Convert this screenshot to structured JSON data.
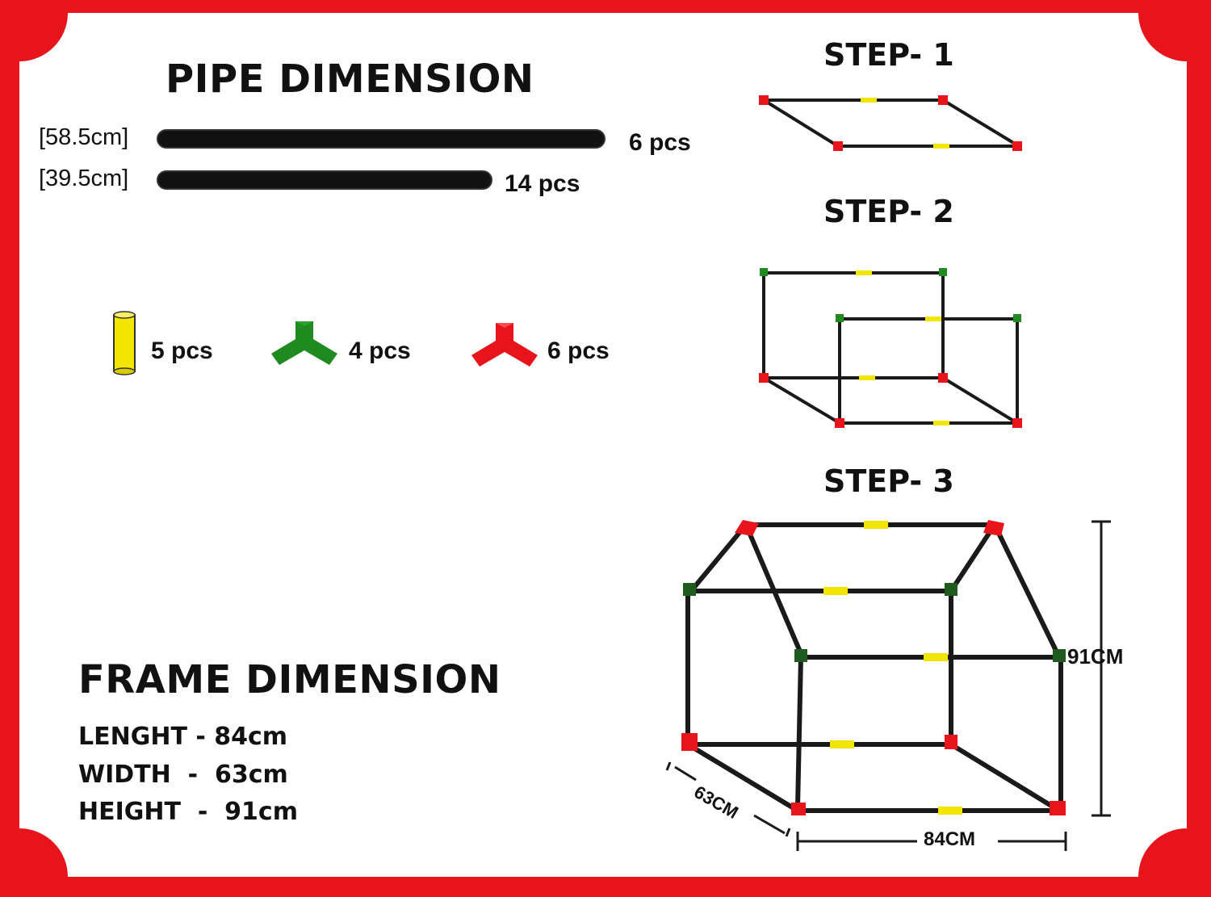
{
  "pipe_section": {
    "title": "PIPE DIMENSION",
    "pipes": [
      {
        "length_label": "[58.5cm]",
        "count": "6 pcs"
      },
      {
        "length_label": "[39.5cm]",
        "count": "14 pcs"
      }
    ]
  },
  "connectors": [
    {
      "name": "yellow-straight-connector",
      "color": "#f2e600",
      "count": "5 pcs"
    },
    {
      "name": "green-three-way-connector",
      "color": "#1f8a1f",
      "count": "4 pcs"
    },
    {
      "name": "red-three-way-connector",
      "color": "#e8141b",
      "count": "6 pcs"
    }
  ],
  "frame_section": {
    "title": "FRAME DIMENSION",
    "specs": [
      "LENGHT - 84cm",
      "WIDTH  -  63cm",
      "HEIGHT  -  91cm"
    ]
  },
  "steps": [
    {
      "label": "STEP- 1"
    },
    {
      "label": "STEP- 2"
    },
    {
      "label": "STEP- 3"
    }
  ],
  "dimensions": {
    "height": "91CM",
    "width": "63CM",
    "length": "84CM"
  },
  "colors": {
    "border": "#e8141b",
    "pipe": "#111111",
    "yellow": "#f2e600",
    "green": "#1f8a1f",
    "red": "#e8141b"
  }
}
